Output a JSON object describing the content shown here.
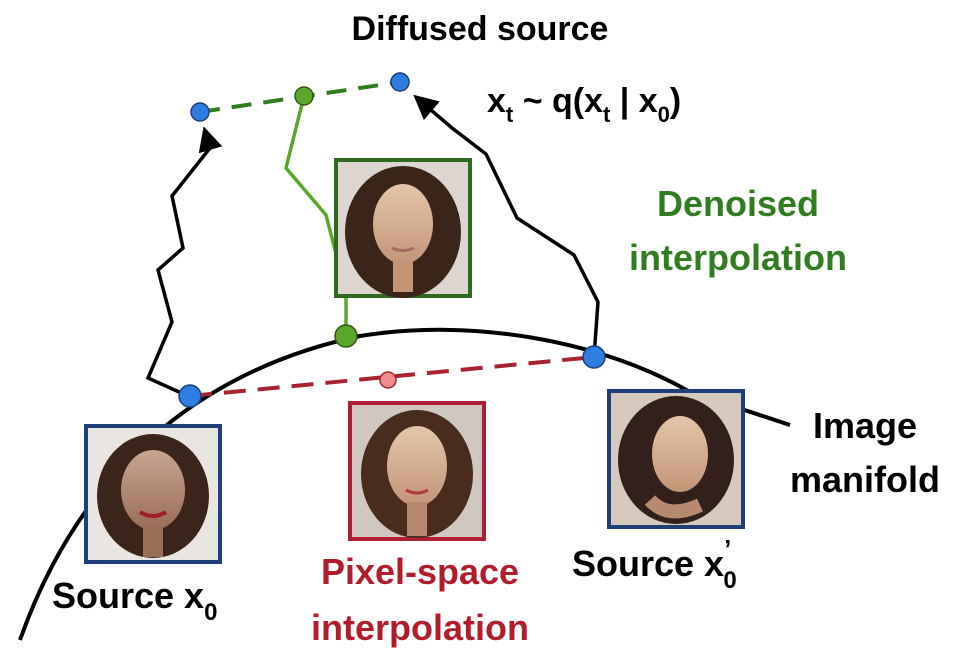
{
  "title": "Diffused source",
  "formula": {
    "x": "x",
    "t_sub": "t",
    "tilde": " ~ q(",
    "x2": "x",
    "t_sub2": "t",
    "bar": " | ",
    "x3": "x",
    "zero_sub": "0",
    "close": ")"
  },
  "denoised": {
    "line1": "Denoised",
    "line2": "interpolation"
  },
  "pixel": {
    "line1": "Pixel-space",
    "line2": "interpolation"
  },
  "manifold": {
    "line1": "Image",
    "line2": "manifold"
  },
  "source_left": {
    "text": "Source x",
    "sub": "0"
  },
  "source_right": {
    "text": "Source x",
    "sup": "’",
    "sub": "0"
  },
  "images": {
    "left": "source face x0",
    "middle_green": "denoised interpolated face",
    "middle_red": "pixel-space interpolated face",
    "right": "source face x'0"
  },
  "colors": {
    "black": "#000000",
    "green": "#2f7d1f",
    "green_light": "#5aa829",
    "red": "#b01e2e",
    "red_dash": "#a8232f",
    "blue_point": "#2f7de1",
    "navy_frame": "#1f3f7a",
    "green_frame": "#2e6b1f",
    "red_frame": "#b01e35",
    "pink_point": "#f28b8b"
  }
}
